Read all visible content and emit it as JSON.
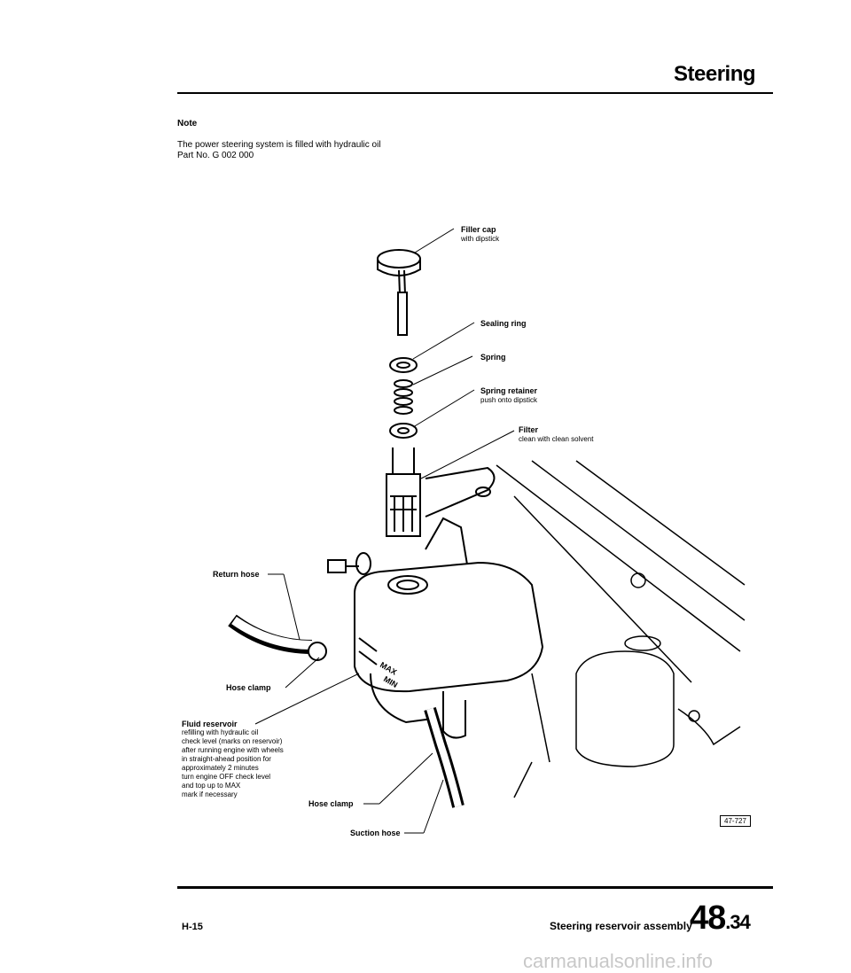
{
  "header": {
    "title": "Steering"
  },
  "note": {
    "heading": "Note",
    "text_line1": "The power steering system is filled with hydraulic oil",
    "text_line2": "Part No. G 002 000"
  },
  "labels": {
    "filler_cap": {
      "title": "Filler cap",
      "sub": "with dipstick"
    },
    "sealing_ring": {
      "title": "Sealing ring"
    },
    "spring": {
      "title": "Spring"
    },
    "spring_retainer": {
      "title": "Spring retainer",
      "sub": "push onto dipstick"
    },
    "filter": {
      "title": "Filter",
      "sub": "clean with clean solvent"
    },
    "return_hose": {
      "title": "Return hose"
    },
    "hose_clamp_top": {
      "title": "Hose clamp"
    },
    "fluid_reservoir": {
      "title": "Fluid reservoir",
      "lines": [
        "refilling with hydraulic oil",
        "check level (marks on reservoir)",
        "after running engine with wheels",
        "in straight-ahead position for",
        "approximately 2 minutes",
        "turn engine OFF check level",
        "and top up to MAX",
        "mark if necessary"
      ]
    },
    "hose_clamp_bottom": {
      "title": "Hose clamp"
    },
    "suction_hose": {
      "title": "Suction hose"
    },
    "marks": {
      "max": "MAX",
      "min": "MIN"
    }
  },
  "figure_ref": "47-727",
  "footer": {
    "code": "H-15",
    "section_title": "Steering reservoir assembly",
    "number_main": "48",
    "number_sub": ".34"
  },
  "watermark": "carmanualsonline.info"
}
